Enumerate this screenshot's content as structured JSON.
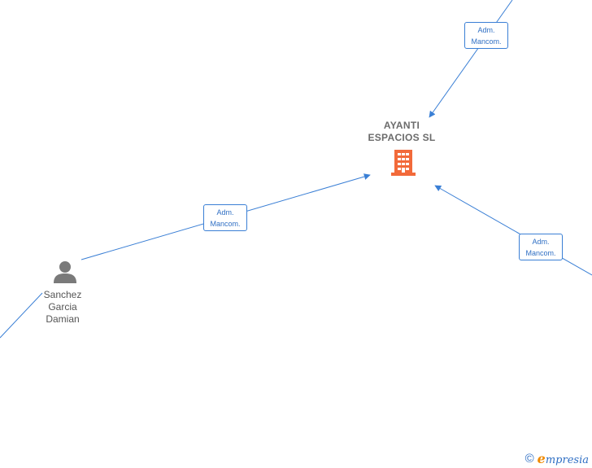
{
  "company": {
    "name": "AYANTI\nESPACIOS SL",
    "icon": "building-icon",
    "color": "#f26a3a"
  },
  "person": {
    "name": "Sanchez\nGarcia\nDamian",
    "icon": "person-icon",
    "color": "#7a7a7a"
  },
  "edges": [
    {
      "label": "Adm.\nMancom."
    },
    {
      "label": "Adm.\nMancom."
    },
    {
      "label": "Adm.\nMancom."
    }
  ],
  "footer": {
    "copyright": "©",
    "brand_initial": "e",
    "brand_rest": "mpresia"
  },
  "colors": {
    "edge": "#3a7fd5",
    "edge_text": "#2f6fc4"
  }
}
